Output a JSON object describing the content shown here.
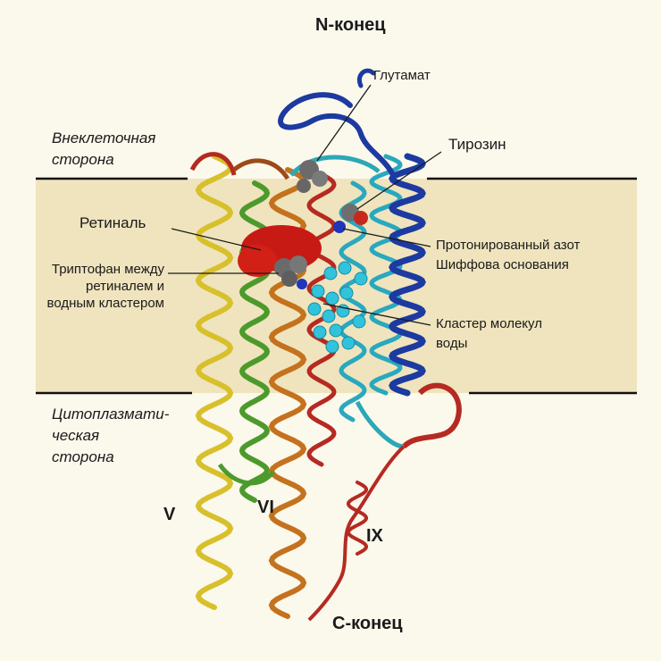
{
  "colors": {
    "background": "#fbf8ec",
    "membrane": "#efe4bd",
    "membrane_line": "#111111",
    "leader_line": "#1a1a1a",
    "helix_yellow": "#d8c02c",
    "helix_green": "#4d9a2c",
    "helix_orange": "#c4721e",
    "helix_red": "#b52a22",
    "helix_cyan": "#29a8bf",
    "helix_blue": "#1c3aa0",
    "retinal_red": "#c81a14",
    "atom_grey": "#6b6b6b",
    "water_cyan": "#31c3dc",
    "nitrogen_blue": "#2036b8"
  },
  "labels": {
    "n_terminus": "N-конец",
    "c_terminus": "С-конец",
    "glutamate": "Глутамат",
    "tyrosine": "Тирозин",
    "retinal": "Ретиналь",
    "tryptophan": [
      "Триптофан между",
      "ретиналем и",
      "водным кластером"
    ],
    "protonated_nitrogen": [
      "Протонированный азот",
      "Шиффова основания"
    ],
    "water_cluster": [
      "Кластер молекул",
      "воды"
    ],
    "extracellular_side": [
      "Внеклеточная",
      "сторона"
    ],
    "cytoplasmic_side": [
      "Цитоплазмати-",
      "ческая",
      "сторона"
    ],
    "helix_v": "V",
    "helix_vi": "VI",
    "helix_ix": "IX"
  }
}
